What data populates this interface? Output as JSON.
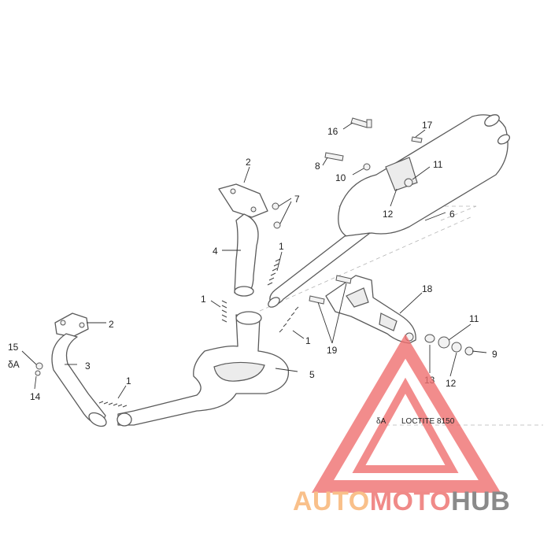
{
  "callouts": {
    "c1a": "1",
    "c1b": "1",
    "c1c": "1",
    "c1d": "1",
    "c2a": "2",
    "c2b": "2",
    "c3": "3",
    "c4": "4",
    "c5": "5",
    "c6": "6",
    "c7": "7",
    "c8": "8",
    "c9": "9",
    "c10": "10",
    "c11a": "11",
    "c11b": "11",
    "c12a": "12",
    "c12b": "12",
    "c13": "13",
    "c14": "14",
    "c15": "15",
    "c16": "16",
    "c17": "17",
    "c18": "18",
    "c19": "19"
  },
  "markers": {
    "a_left": "δA",
    "a_note": "δA"
  },
  "note": {
    "loctite": "LOCTITE 8150"
  },
  "watermark": {
    "part1": "AUTO",
    "part2": "MOTO",
    "part3": "HUB",
    "color_auto": "#f9c08a",
    "color_moto": "#f08a88",
    "color_hub": "#8a8a8a",
    "color_logo": "#f07070"
  }
}
